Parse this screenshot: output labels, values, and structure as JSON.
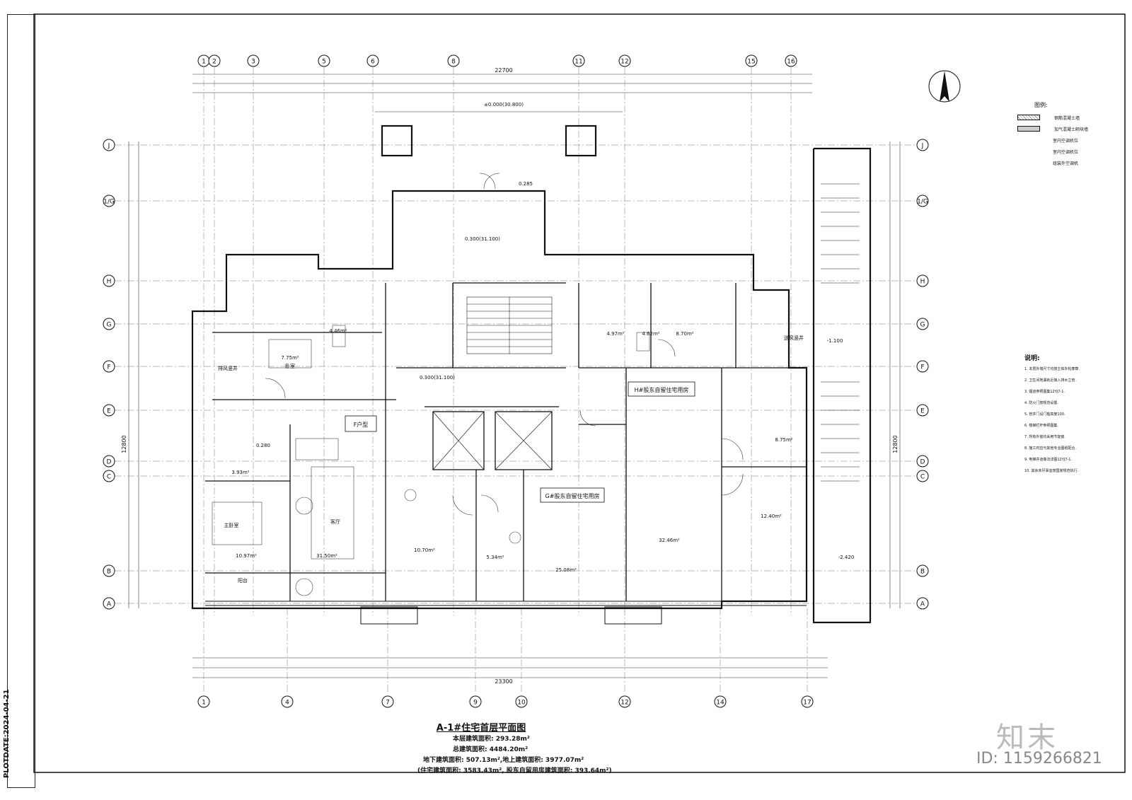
{
  "plot_date": "PLOTDATE:2024-04-21",
  "plan_title": "A-1#住宅首层平面图",
  "areas": {
    "floor_area": "本层建筑面积: 293.28m²",
    "total_area": "总建筑面积: 4484.20m²",
    "underground_above": "地下建筑面积: 507.13m²,地上建筑面积: 3977.07m²",
    "residential_self": "(住宅建筑面积: 3583.43m², 股东自留用房建筑面积: 393.64m²)"
  },
  "axes_top": [
    "1",
    "2",
    "3",
    "5",
    "6",
    "8",
    "11",
    "12",
    "15",
    "16"
  ],
  "axes_bottom": [
    "1",
    "4",
    "7",
    "9",
    "10",
    "12",
    "14",
    "17"
  ],
  "axes_rows": [
    "J",
    "1/G",
    "H",
    "G",
    "F",
    "E",
    "C",
    "D",
    "B",
    "A"
  ],
  "dims": {
    "overall_top": "22700",
    "overall_bottom": "23300",
    "left_total": "12800",
    "right_total": "12800"
  },
  "rooms": [
    {
      "name": "F户型"
    },
    {
      "name": "H#股东自留住宅用房"
    },
    {
      "name": "G#股东自留住宅用房"
    },
    {
      "name": "排风竖井"
    },
    {
      "name": "送风竖井"
    },
    {
      "name": "客厅"
    },
    {
      "name": "主卧室"
    },
    {
      "name": "阳台"
    },
    {
      "name": "卧室"
    }
  ],
  "area_labels": [
    "7.75m²",
    "4.46m²",
    "10.97m²",
    "31.50m²",
    "10.70m²",
    "5.34m²",
    "25.08m²",
    "32.46m²",
    "12.40m²",
    "8.75m²",
    "4.97m²",
    "4.62m²",
    "8.70m²",
    "3.93m²"
  ],
  "elevations": [
    "±0.000(30.800)",
    "0.300(31.100)",
    "0.300(31.100)",
    "-1.100",
    "-2.420",
    "0.285",
    "0.280"
  ],
  "legend": {
    "title": "图例:",
    "items": [
      "钢筋混凝土墙",
      "加气混凝土砌块墙",
      "室内空调机位",
      "室内空调机位",
      "组装外空调机"
    ]
  },
  "notes": {
    "head": "说明:",
    "lines": [
      "1. 本层外墙尺寸均按主体外轮廓算.",
      "2. 卫生间地漏就近接入排水立管.",
      "3. 烟道参照图集12YJ7-1.",
      "4. 防火门按规范设置.",
      "5. 管井门设门槛高度100.",
      "6. 楼梯栏杆参照图集.",
      "7. 所有外窗均采用节能窗.",
      "8. 施工时应与其他专业图纸配合.",
      "9. 电梯井道做法详图12YJ7-1.",
      "10. 其余未尽事宜按国家规范执行."
    ]
  },
  "watermark": "知末",
  "watermark_id": "ID: 1159266821",
  "colors": {
    "line": "#111111",
    "grid": "#333333",
    "accent": "#000000"
  }
}
